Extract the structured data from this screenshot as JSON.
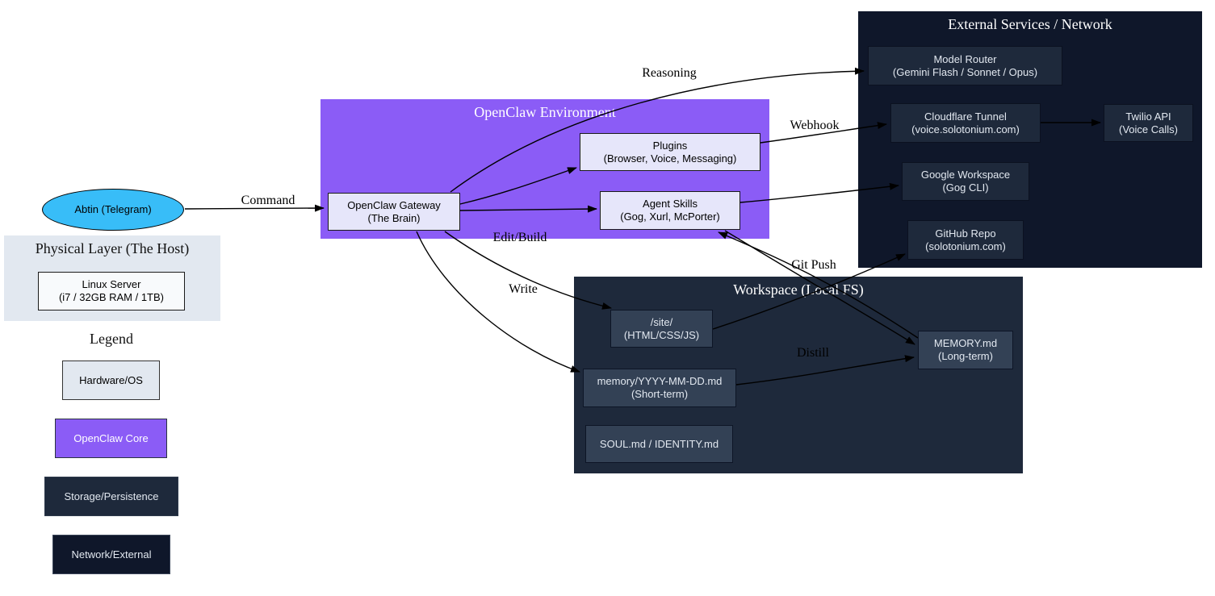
{
  "clusters": {
    "openclaw": {
      "title": "OpenClaw Environment"
    },
    "external": {
      "title": "External Services / Network"
    },
    "workspace": {
      "title": "Workspace (Local FS)"
    },
    "physical": {
      "title": "Physical Layer (The Host)"
    }
  },
  "nodes": {
    "abtin": {
      "label": "Abtin (Telegram)"
    },
    "linux": {
      "line1": "Linux Server",
      "line2": "(i7 / 32GB RAM / 1TB)"
    },
    "gateway": {
      "line1": "OpenClaw Gateway",
      "line2": "(The Brain)"
    },
    "plugins": {
      "line1": "Plugins",
      "line2": "(Browser, Voice, Messaging)"
    },
    "skills": {
      "line1": "Agent Skills",
      "line2": "(Gog, Xurl, McPorter)"
    },
    "model_router": {
      "line1": "Model Router",
      "line2": "(Gemini Flash / Sonnet / Opus)"
    },
    "cloudflare": {
      "line1": "Cloudflare Tunnel",
      "line2": "(voice.solotonium.com)"
    },
    "twilio": {
      "line1": "Twilio API",
      "line2": "(Voice Calls)"
    },
    "google": {
      "line1": "Google Workspace",
      "line2": "(Gog CLI)"
    },
    "github": {
      "line1": "GitHub Repo",
      "line2": "(solotonium.com)"
    },
    "site": {
      "line1": "/site/",
      "line2": "(HTML/CSS/JS)"
    },
    "memory_daily": {
      "line1": "memory/YYYY-MM-DD.md",
      "line2": "(Short-term)"
    },
    "soul": {
      "label": "SOUL.md / IDENTITY.md"
    },
    "memory_long": {
      "line1": "MEMORY.md",
      "line2": "(Long-term)"
    }
  },
  "legend": {
    "title": "Legend",
    "items": [
      {
        "label": "Hardware/OS"
      },
      {
        "label": "OpenClaw Core"
      },
      {
        "label": "Storage/Persistence"
      },
      {
        "label": "Network/External"
      }
    ]
  },
  "edges": {
    "command": "Command",
    "reasoning": "Reasoning",
    "webhook": "Webhook",
    "edit_build": "Edit/Build",
    "write": "Write",
    "git_push": "Git Push",
    "distill": "Distill"
  },
  "colors": {
    "openclaw_core": "#8B5CF6",
    "openclaw_node": "#E6E6FA",
    "network_external": "#0F172A",
    "network_node": "#1E293B",
    "storage_cluster": "#1E293B",
    "storage_node": "#334155",
    "hardware_os": "#E2E8F0",
    "server_node": "#F8FAFC",
    "user_node": "#38BDF8",
    "edge_stroke": "#000000"
  }
}
